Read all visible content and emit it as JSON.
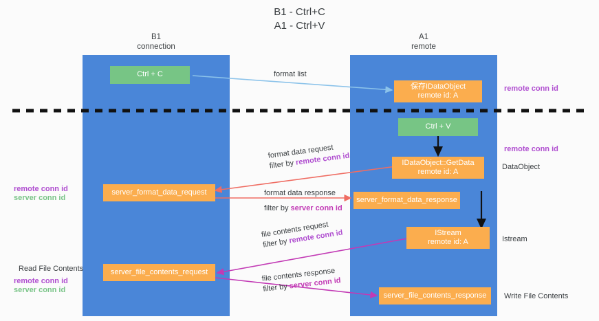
{
  "title": {
    "line1": "B1 - Ctrl+C",
    "line2": "A1 - Ctrl+V"
  },
  "lanes": [
    {
      "id": "b1",
      "name": "B1",
      "role": "connection",
      "color": "#4a86d8"
    },
    {
      "id": "a1",
      "name": "A1",
      "role": "remote",
      "color": "#4a86d8"
    }
  ],
  "colors": {
    "lane": "#4a86d8",
    "green_box": "#77c585",
    "orange_box": "#fbad4e",
    "remote_conn_id": "#b04fd0",
    "server_conn_id": "#7ac488",
    "server_conn_id_label": "#c23ab5",
    "arrow_blue": "#8cc3ea",
    "arrow_red": "#ef6d63",
    "arrow_magenta": "#c23ab5",
    "arrow_black": "#000000",
    "text": "#3c4043"
  },
  "boxes": {
    "ctrl_c": {
      "label": "Ctrl + C",
      "style": "green"
    },
    "save_dataobject": {
      "line1": "保存IDataObject",
      "line2": "remote id: A",
      "style": "orange"
    },
    "ctrl_v": {
      "label": "Ctrl + V",
      "style": "green"
    },
    "getdata": {
      "line1": "IDataObject::GetData",
      "line2": "remote id: A",
      "style": "orange"
    },
    "server_format_data_request": {
      "label": "server_format_data_request",
      "style": "orange"
    },
    "server_format_data_response": {
      "label": "server_format_data_response",
      "style": "orange"
    },
    "istream": {
      "line1": "IStream",
      "line2": "remote id: A",
      "style": "orange"
    },
    "server_file_contents_request": {
      "label": "server_file_contents_request",
      "style": "orange"
    },
    "server_file_contents_response": {
      "label": "server_file_contents_response",
      "style": "orange"
    }
  },
  "flows": {
    "format_list": {
      "label": "format list"
    },
    "format_data_request": {
      "line1": "format data request",
      "filter_prefix": "filter by ",
      "filter_key": "remote conn id"
    },
    "format_data_response": {
      "line1": "format data response",
      "filter_prefix": "filter by ",
      "filter_key": "server conn id"
    },
    "file_contents_request": {
      "line1": "file contents request",
      "filter_prefix": "filter by ",
      "filter_key": "remote conn id"
    },
    "file_contents_response": {
      "line1": "file contents response",
      "filter_prefix": "filter by ",
      "filter_key": "server conn id"
    }
  },
  "annotations": {
    "right": [
      {
        "text": "remote conn id",
        "kind": "remote"
      },
      {
        "text": "remote conn id",
        "kind": "remote"
      },
      {
        "text": "DataObject",
        "kind": "plain"
      },
      {
        "text": "Istream",
        "kind": "plain"
      },
      {
        "text": "Write File Contents",
        "kind": "plain"
      }
    ],
    "left": [
      {
        "text": "remote conn id",
        "kind": "remote"
      },
      {
        "text": "server conn id",
        "kind": "server"
      },
      {
        "text": "Read File Contents",
        "kind": "plain"
      },
      {
        "text": "remote conn id",
        "kind": "remote"
      },
      {
        "text": "server conn id",
        "kind": "server"
      }
    ]
  }
}
